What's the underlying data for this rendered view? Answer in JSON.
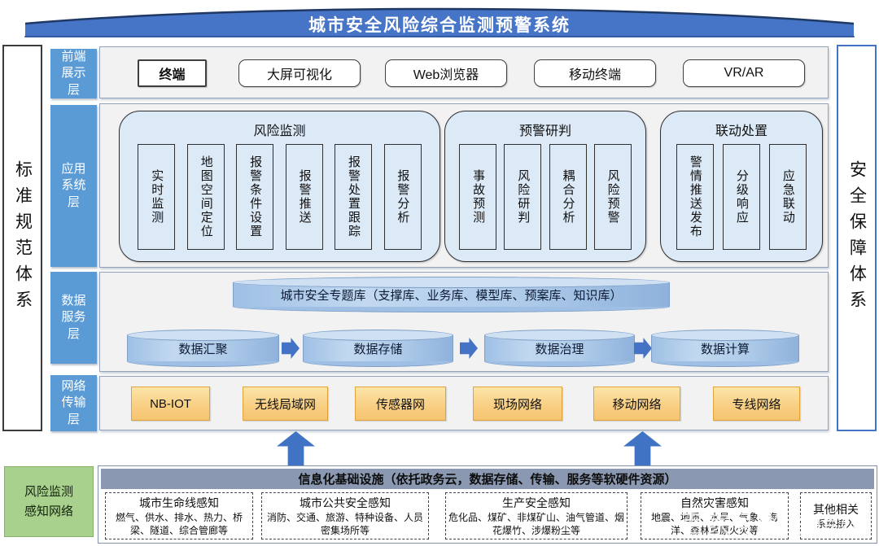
{
  "title": "城市安全风险综合监测预警系统",
  "pillars": {
    "left": "标准规范体系",
    "right": "安全保障体系"
  },
  "layers": {
    "front": {
      "label": "前端展示层",
      "items": [
        "终端",
        "大屏可视化",
        "Web浏览器",
        "移动终端",
        "VR/AR"
      ]
    },
    "app": {
      "label": "应用系统层",
      "groups": [
        {
          "title": "风险监测",
          "items": [
            "实时监测",
            "地图空间定位",
            "报警条件设置",
            "报警推送",
            "报警处置跟踪",
            "报警分析"
          ]
        },
        {
          "title": "预警研判",
          "items": [
            "事故预测",
            "风险研判",
            "耦合分析",
            "风险预警"
          ]
        },
        {
          "title": "联动处置",
          "items": [
            "警情推送发布",
            "分级响应",
            "应急联动"
          ]
        }
      ]
    },
    "data": {
      "label": "数据服务层",
      "repository": "城市安全专题库（支撑库、业务库、模型库、预案库、知识库）",
      "pipeline": [
        "数据汇聚",
        "数据存储",
        "数据治理",
        "数据计算"
      ]
    },
    "network": {
      "label": "网络传输层",
      "items": [
        "NB-IOT",
        "无线局域网",
        "传感器网",
        "现场网络",
        "移动网络",
        "专线网络"
      ]
    }
  },
  "perception_network": {
    "label": "风险监测感知网络"
  },
  "infrastructure": {
    "title": "信息化基础设施（依托政务云，数据存储、传输、服务等软硬件资源）",
    "boxes": [
      {
        "title": "城市生命线感知",
        "desc": "燃气、供水、排水、热力、桥梁、隧道、综合管廊等"
      },
      {
        "title": "城市公共安全感知",
        "desc": "消防、交通、旅游、特种设备、人员密集场所等"
      },
      {
        "title": "生产安全感知",
        "desc": "危化品、煤矿、非煤矿山、油气管道、烟花爆竹、涉爆粉尘等"
      },
      {
        "title": "自然灾害感知",
        "desc": "地震、地质、水旱、气象、海洋、森林草原火灾等"
      },
      {
        "title": "其他相关",
        "desc": "系统接入"
      }
    ]
  },
  "watermark": "百家号/物联传媒",
  "colors": {
    "banner_blue": "#4674C6",
    "banner_edge_navy": "#1F3864",
    "layer_label_blue": "#5B9BD5",
    "group_fill_blue": "#DCE9F6",
    "cylinder_blue": "#AECBE9",
    "network_orange": "#F8CE82",
    "network_border_orange": "#DFA33A",
    "infra_bar_gray_blue": "#8A99B1",
    "perception_green": "#A9D18E",
    "arrow_blue": "#4472C4"
  }
}
